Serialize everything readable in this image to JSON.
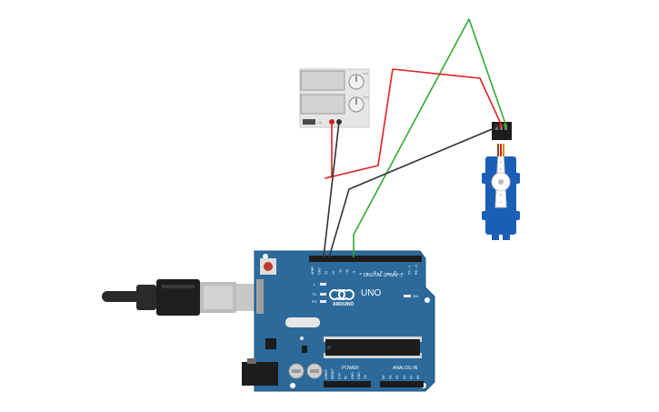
{
  "board": {
    "brand": "ARDUINO",
    "model": "UNO",
    "digital_header": "DIGITAL (PWM~)",
    "analog_header": "ANALOG IN",
    "power_header": "POWER",
    "on_label": "ON",
    "led_labels": [
      "L",
      "TX",
      "RX"
    ],
    "top_pins": [
      "AREF",
      "GND",
      "13",
      "12",
      "~11",
      "~10",
      "~9",
      "8",
      "7",
      "~6",
      "~5",
      "4",
      "~3",
      "2",
      "TX→1",
      "RX←0"
    ],
    "power_pins": [
      "IOREF",
      "RESET",
      "3.3V",
      "5V",
      "GND",
      "GND",
      "Vin"
    ],
    "analog_pins": [
      "A0",
      "A1",
      "A2",
      "A3",
      "A4",
      "A5"
    ],
    "color": "#2b6a9b"
  },
  "power_supply": {
    "knob_labels": [
      "Volt",
      "Amp"
    ],
    "switch_label": "ON",
    "color": "#e6e6e6"
  },
  "servo": {
    "color": "#1a5fb4"
  },
  "wires": {
    "signal_color": "#33aa33",
    "power_color": "#dd2222",
    "ground_color": "#333333"
  },
  "usb": {
    "cable_color": "#2a2a2a"
  }
}
